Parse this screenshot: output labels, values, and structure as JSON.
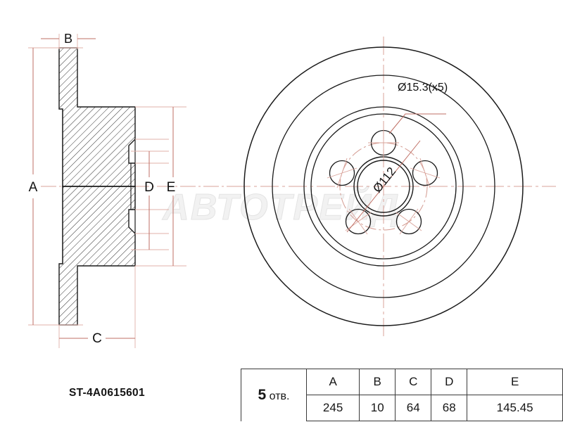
{
  "drawing": {
    "part_number": "ST-4A0615601",
    "watermark": "АВТОТРЕЙД",
    "callouts": {
      "bolt_hole": "Ø15.3(x5)",
      "bolt_circle": "Ø112"
    },
    "dimension_labels": {
      "a": "A",
      "b": "B",
      "c": "C",
      "d": "D",
      "e": "E"
    },
    "colors": {
      "outline": "#1a1a1a",
      "dimension": "#c4827a",
      "centerline": "#d9a39a",
      "watermark": "#eeeeee"
    }
  },
  "spec_table": {
    "row_label_number": "5",
    "row_label_text": "отв.",
    "headers": [
      "A",
      "B",
      "C",
      "D",
      "E"
    ],
    "values": [
      "245",
      "10",
      "64",
      "68",
      "145.45"
    ]
  }
}
